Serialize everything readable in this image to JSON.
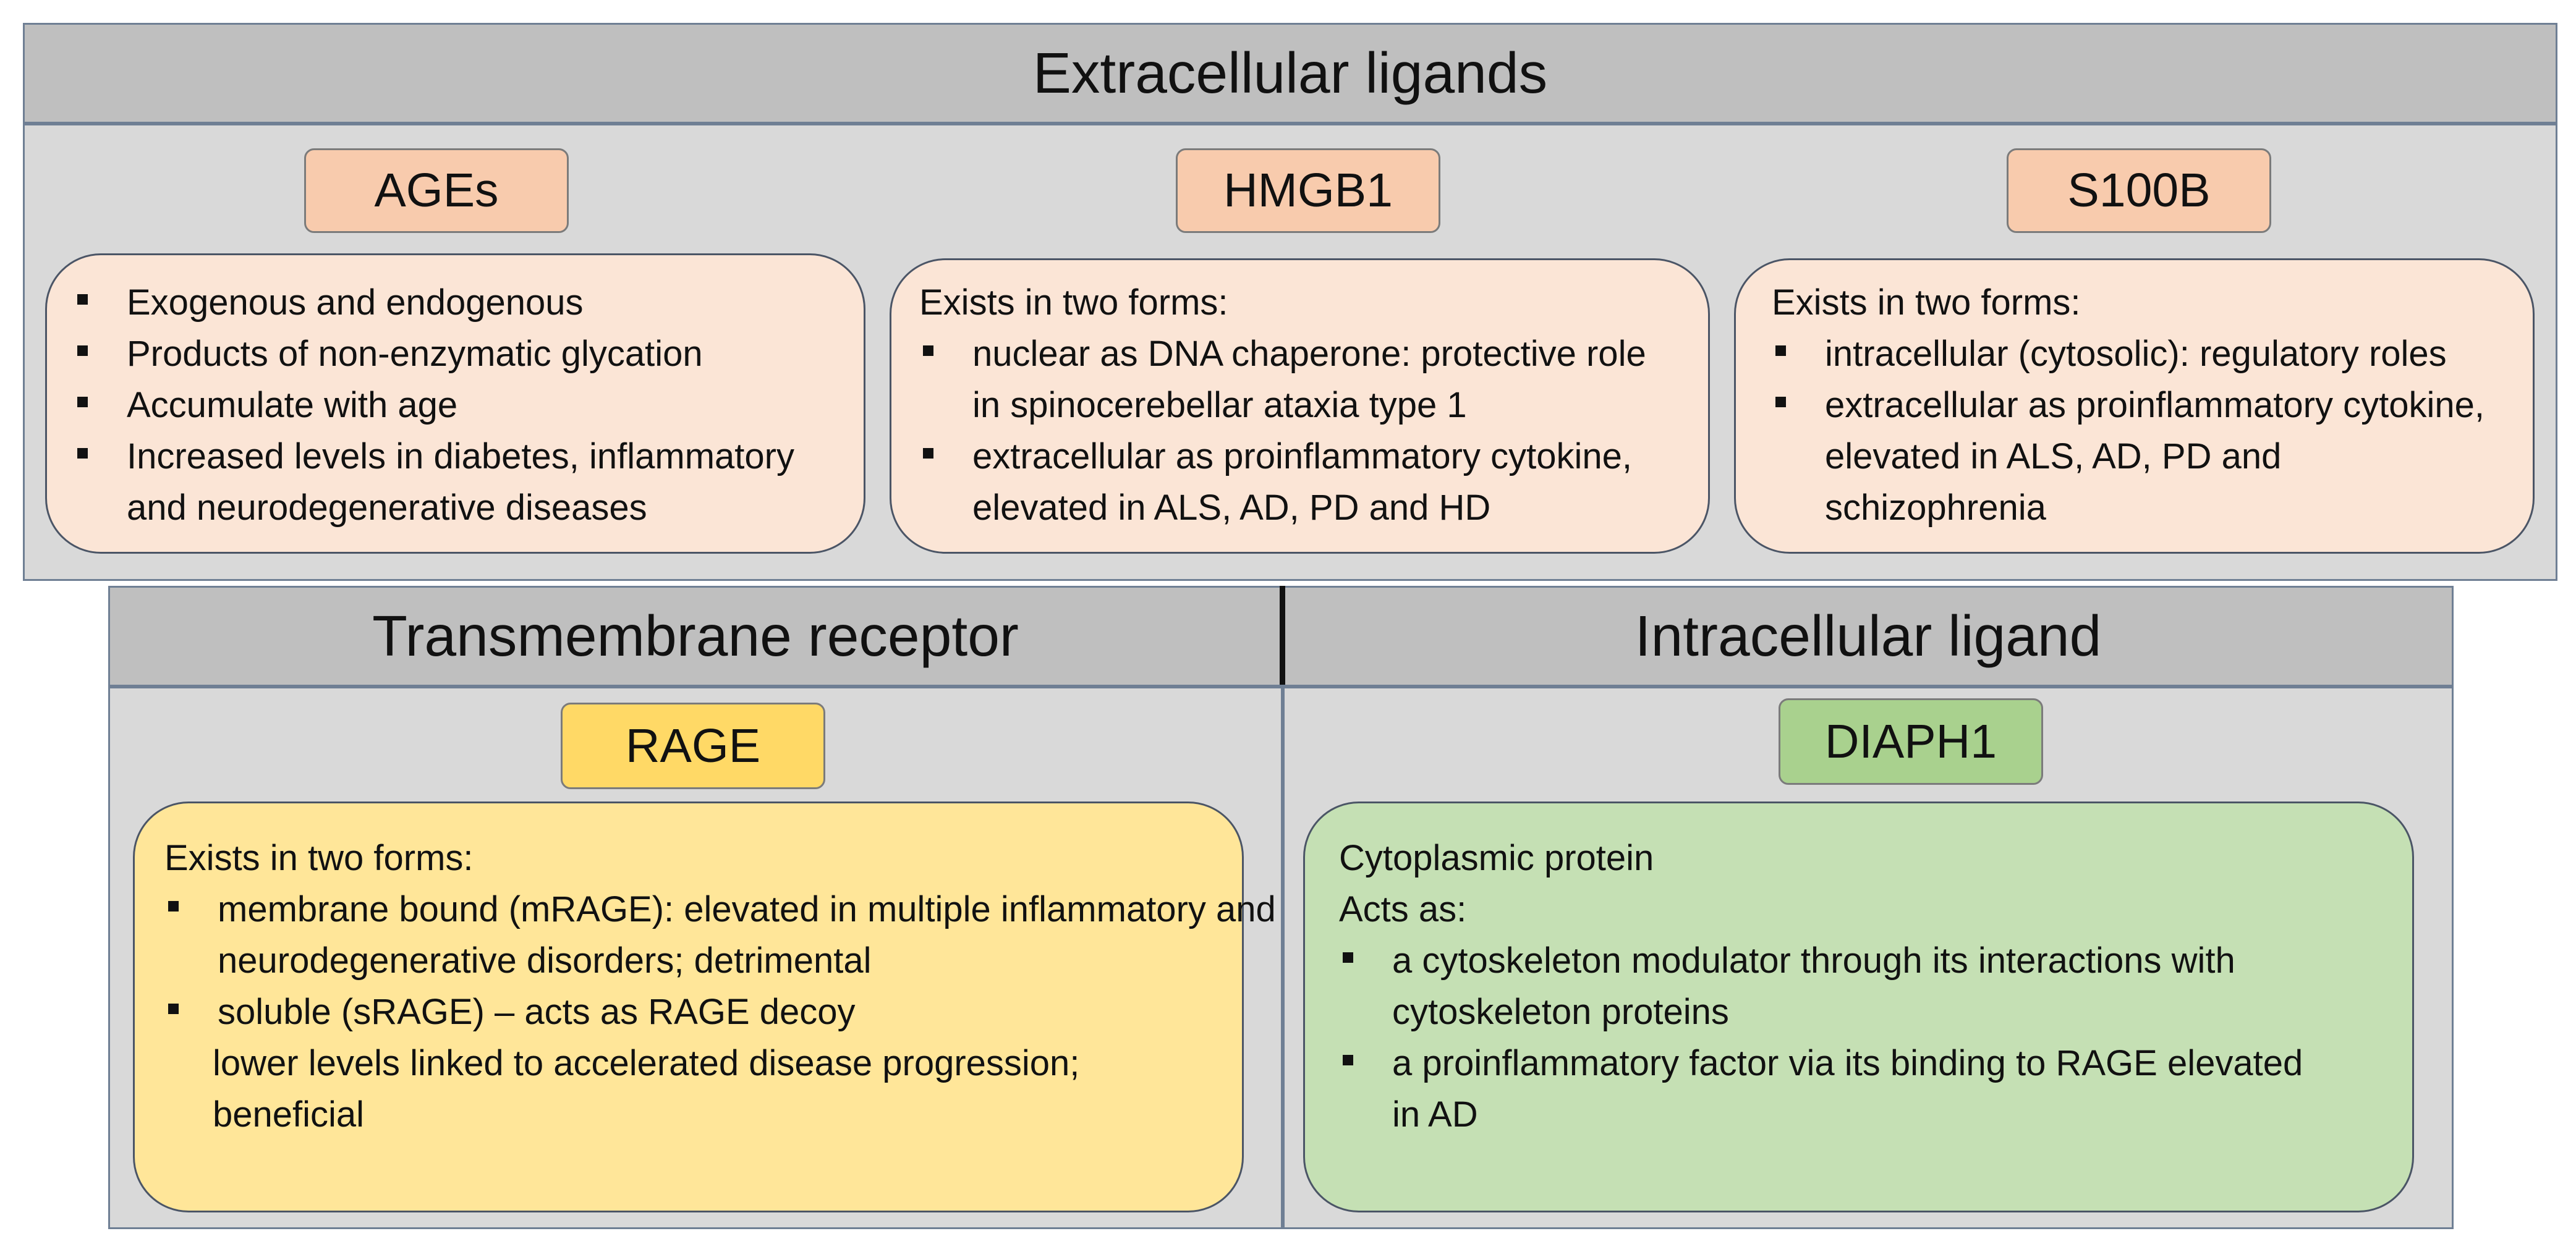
{
  "extracellular": {
    "title": "Extracellular ligands",
    "ages": {
      "label": "AGEs",
      "bullets": [
        "Exogenous and endogenous",
        "Products of non-enzymatic glycation",
        "Accumulate with age",
        "Increased levels in diabetes, inflammatory and neurodegenerative diseases"
      ]
    },
    "hmgb1": {
      "label": "HMGB1",
      "intro": "Exists in two forms:",
      "bullets": [
        "nuclear as DNA chaperone: protective role in spinocerebellar ataxia type 1",
        "extracellular as proinflammatory cytokine, elevated in ALS, AD, PD and HD"
      ]
    },
    "s100b": {
      "label": "S100B",
      "intro": "Exists in two forms:",
      "bullets": [
        "intracellular (cytosolic): regulatory roles",
        "extracellular as proinflammatory cytokine, elevated in ALS, AD, PD and schizophrenia"
      ]
    }
  },
  "transmembrane": {
    "title": "Transmembrane receptor",
    "rage": {
      "label": "RAGE",
      "intro": "Exists in two forms:",
      "bullet1": "membrane bound (mRAGE): elevated in multiple inflammatory and neurodegenerative disorders; detrimental",
      "bullet2": "soluble (sRAGE) – acts as RAGE decoy",
      "after": "lower levels linked to accelerated disease progression; beneficial"
    }
  },
  "intracellular": {
    "title": "Intracellular ligand",
    "diaph1": {
      "label": "DIAPH1",
      "intro1": "Cytoplasmic protein",
      "intro2": "Acts as:",
      "bullets": [
        "a cytoskeleton modulator through its interactions with cytoskeleton proteins",
        "a proinflammatory factor via its binding to RAGE elevated in AD"
      ]
    }
  },
  "colors": {
    "header_gray": "#bfbfbf",
    "panel_gray": "#d9d9d9",
    "orange_tag": "#f8cbad",
    "orange_card": "#fbe5d6",
    "yellow_tag": "#ffd966",
    "yellow_card": "#ffe699",
    "green_tag": "#a9d18e",
    "green_card": "#c5e0b4"
  }
}
